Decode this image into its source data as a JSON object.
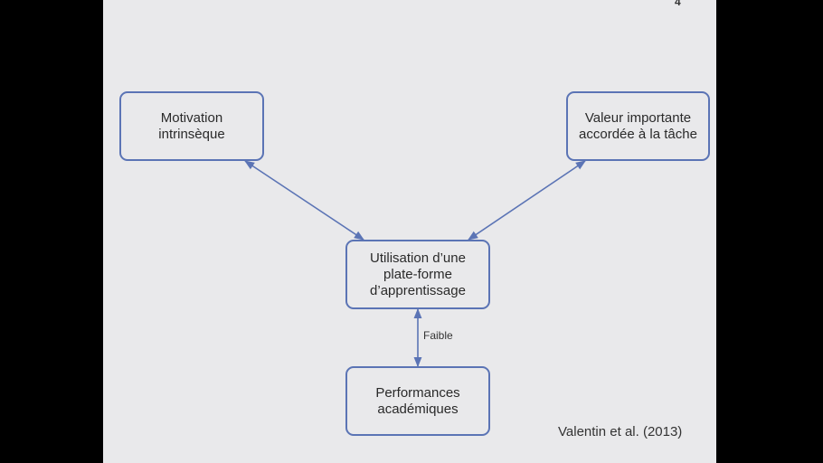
{
  "page_number": "4",
  "nodes": {
    "motivation": "Motivation\nintrinsèque",
    "valeur": "Valeur importante\naccordée à la tâche",
    "utilisation": "Utilisation d’une\nplate-forme\nd’apprentissage",
    "performances": "Performances\nacadémiques"
  },
  "edges": [
    {
      "from": "motivation",
      "to": "utilisation",
      "arrows": "both"
    },
    {
      "from": "valeur",
      "to": "utilisation",
      "arrows": "both"
    },
    {
      "from": "utilisation",
      "to": "performances",
      "arrows": "both",
      "label": "Faible"
    }
  ],
  "citation": "Valentin et al. (2013)",
  "colors": {
    "slide_background": "#e9e9eb",
    "border_and_arrows": "#5b74b5",
    "letterbox": "#000000"
  }
}
